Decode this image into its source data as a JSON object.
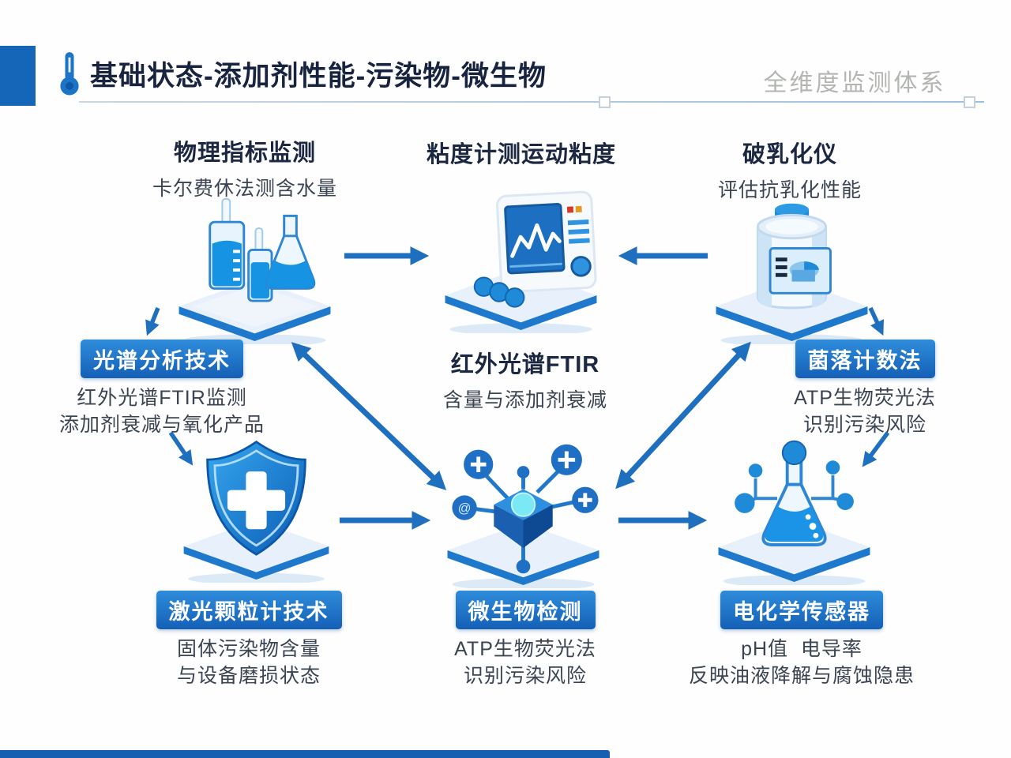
{
  "colors": {
    "accent_blue": "#1e6fbe",
    "badge_gradient_top": "#2f8cdb",
    "badge_gradient_bottom": "#1460b6",
    "title_dark": "#17233f",
    "subtitle_gray": "#3b4453",
    "header_right_gray": "#b3b5b0",
    "left_accent": "#1565b8",
    "bottom_bar": "#1560b0"
  },
  "header": {
    "icon": "thermometer-icon",
    "title": "基础状态-添加剂性能-污染物-微生物",
    "right_title": "全维度监测体系"
  },
  "diagram": {
    "top_left": {
      "icon": "lab-glassware-icon",
      "title": "物理指标监测",
      "subtitle": "卡尔费休法测含水量"
    },
    "top_center": {
      "icon": "viscometer-monitor-icon",
      "title": "粘度计测运动粘度"
    },
    "top_right": {
      "icon": "demulsifier-canister-icon",
      "title": "破乳化仪",
      "subtitle": "评估抗乳化性能"
    },
    "mid_left": {
      "badge": "光谱分析技术",
      "line1": "红外光谱FTIR监测",
      "line2": "添加剂衰减与氧化产品"
    },
    "mid_center": {
      "title": "红外光谱FTIR",
      "subtitle": "含量与添加剂衰减"
    },
    "mid_right": {
      "badge": "菌落计数法",
      "line1": "ATP生物荧光法",
      "line2": "识别污染风险"
    },
    "bottom_left": {
      "icon": "shield-cross-icon",
      "badge": "激光颗粒计技术",
      "line1": "固体污染物含量",
      "line2": "与设备磨损状态"
    },
    "bottom_center": {
      "icon": "microbe-network-icon",
      "badge": "微生物检测",
      "line1": "ATP生物荧光法",
      "line2": "识别污染风险"
    },
    "bottom_right": {
      "icon": "flask-molecule-icon",
      "badge": "电化学传感器",
      "line1": "pH值  电导率",
      "line2": "反映油液降解与腐蚀隐患"
    }
  }
}
